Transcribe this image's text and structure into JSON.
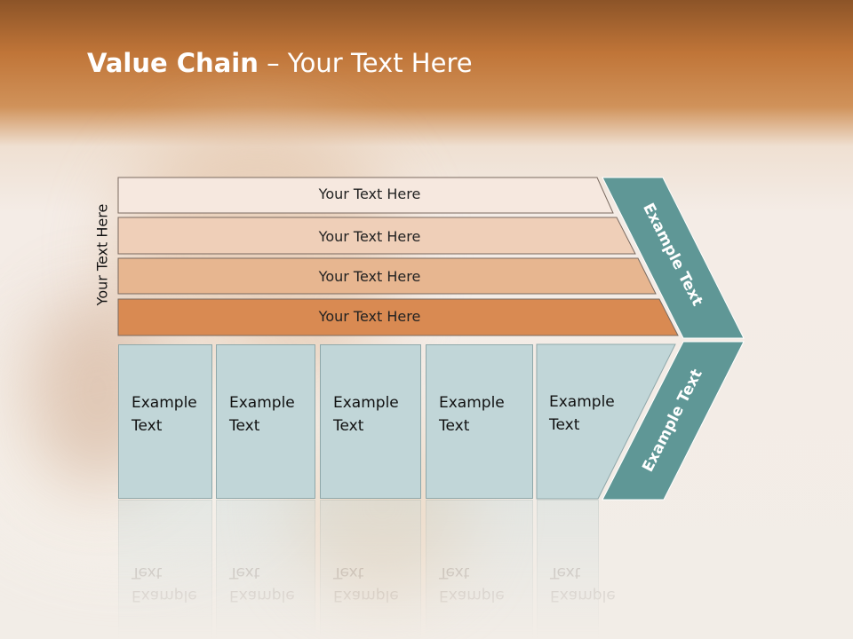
{
  "slide": {
    "title_bold": "Value Chain",
    "title_rest": " – Your Text Here",
    "side_label": "Your Text Here"
  },
  "rows": [
    {
      "label": "Your Text Here",
      "color": "#f6e8df"
    },
    {
      "label": "Your Text Here",
      "color": "#efcfb8"
    },
    {
      "label": "Your Text Here",
      "color": "#e7b690"
    },
    {
      "label": "Your Text Here",
      "color": "#d98a52"
    }
  ],
  "columns": [
    {
      "line1": "Example",
      "line2": "Text"
    },
    {
      "line1": "Example",
      "line2": "Text"
    },
    {
      "line1": "Example",
      "line2": "Text"
    },
    {
      "line1": "Example",
      "line2": "Text"
    },
    {
      "line1": "Example",
      "line2": "Text"
    }
  ],
  "chevron": {
    "upper_text": "Example Text",
    "lower_text": "Example Text",
    "color": "#5f9796"
  },
  "colors": {
    "column_fill": "#c1d6d8",
    "row_border": "#7a6a60"
  }
}
